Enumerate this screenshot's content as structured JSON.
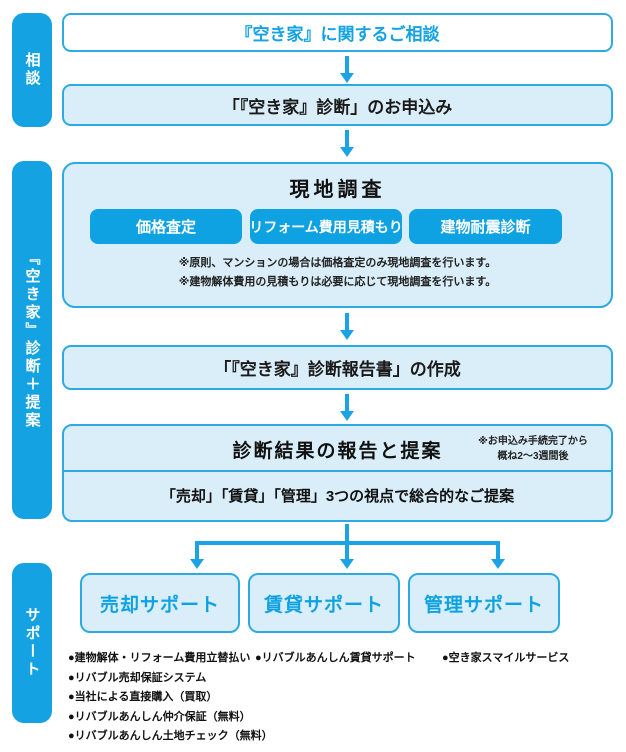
{
  "colors": {
    "accent_blue": "#14A2E2",
    "button_blue": "#0FA2E2",
    "arrow_blue": "#1CA3E5",
    "border_blue": "#2EAAE2",
    "light_fill": "#DAEEF9"
  },
  "sidebar": {
    "consult_label": "相談",
    "diagnosis_label": "『空き家』診断＋提案",
    "support_label": "サポート"
  },
  "flow": {
    "consult_box": "『空き家』に関するご相談",
    "apply_box": "「『空き家』診断」のお申込み",
    "survey": {
      "title": "現地調査",
      "buttons": [
        "価格査定",
        "リフォーム費用見積もり",
        "建物耐震診断"
      ],
      "notes": [
        "※原則、マンションの場合は価格査定のみ現地調査を行います。",
        "※建物解体費用の見積もりは必要に応じて現地調査を行います。"
      ]
    },
    "report_box": "「『空き家』診断報告書」の作成",
    "result": {
      "title": "診断結果の報告と提案",
      "note": [
        "※お申込み手続完了から",
        "概ね2〜3週間後"
      ],
      "subtitle": "「売却」「賃貸」「管理」3つの視点で総合的なご提案"
    }
  },
  "support": {
    "columns": [
      {
        "label": "売却サポート",
        "items": [
          "●建物解体・リフォーム費用立替払い",
          "●リバブル売却保証システム",
          "●当社による直接購入（買取）",
          "●リバブルあんしん仲介保証（無料）",
          "●リバブルあんしん土地チェック（無料）"
        ]
      },
      {
        "label": "賃貸サポート",
        "items": [
          "●リバブルあんしん賃貸サポート"
        ]
      },
      {
        "label": "管理サポート",
        "items": [
          "●空き家スマイルサービス"
        ]
      }
    ]
  }
}
